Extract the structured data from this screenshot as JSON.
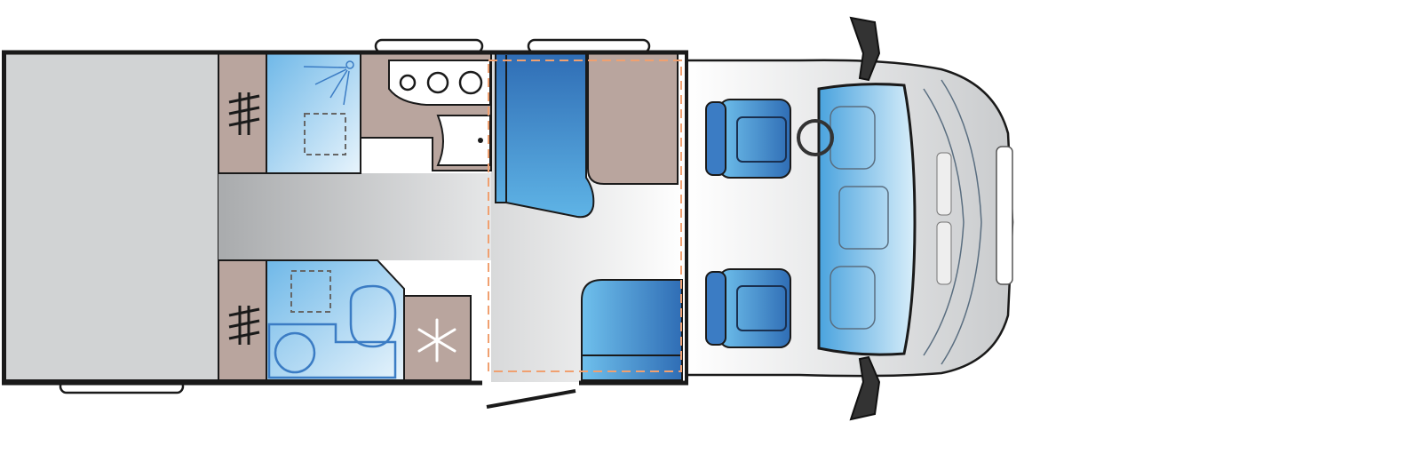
{
  "diagram": {
    "type": "motorhome-floor-plan",
    "zones": [
      {
        "id": "garage",
        "icon": "garage-area"
      },
      {
        "id": "wardrobe-top",
        "icon": "hanger-icon"
      },
      {
        "id": "shower",
        "icon": "shower-icon"
      },
      {
        "id": "kitchen",
        "icon": "hob-icon"
      },
      {
        "id": "sink",
        "icon": "sink-icon"
      },
      {
        "id": "wardrobe-bottom",
        "icon": "hanger-icon"
      },
      {
        "id": "bathroom",
        "icon": "toilet-icon"
      },
      {
        "id": "fridge",
        "icon": "snowflake-icon"
      },
      {
        "id": "dinette",
        "icon": "bench-seat"
      },
      {
        "id": "drop-down-bed",
        "icon": "dashed-outline"
      },
      {
        "id": "cab",
        "icon": "cab-seat"
      }
    ],
    "colors": {
      "wall": "#1a1a1a",
      "garage": "#d1d3d4",
      "furniture": "#b9a59e",
      "seat_blue": "#3b7cc4",
      "wet_room_blue": "#8cc8ec",
      "floor_gray": "#b8babc",
      "bed_outline": "#f0a070"
    }
  }
}
